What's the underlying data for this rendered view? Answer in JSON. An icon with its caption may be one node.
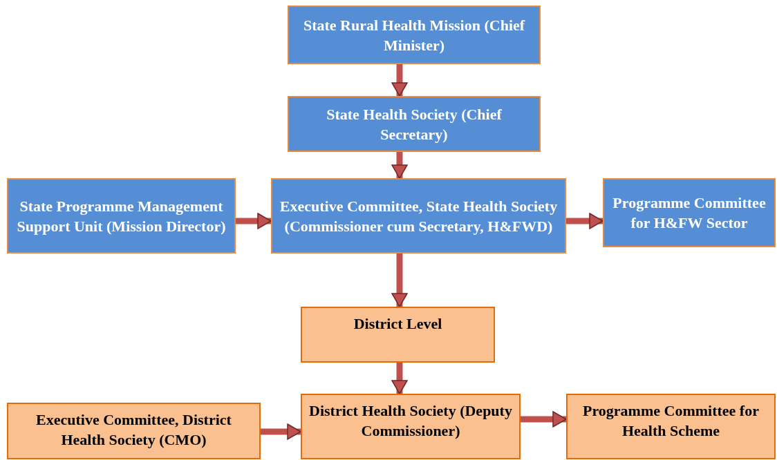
{
  "diagram": {
    "nodes": [
      {
        "text": [
          "State Rural Health Mission (Chief Minister)"
        ]
      },
      {
        "text": [
          "State Health Society (Chief Secretary)"
        ]
      },
      {
        "text": [
          "State Programme Management Support Unit (Mission Director)"
        ]
      },
      {
        "text": [
          "Executive Committee, State Health Society (Commissioner cum Secretary, H&FWD)"
        ]
      },
      {
        "text": [
          "Programme Committee for H&FW Sector"
        ]
      },
      {
        "text": [
          "District Level"
        ]
      },
      {
        "text": [
          "District Health Society (Deputy Commissioner)"
        ]
      },
      {
        "text": [
          "Executive Committee, District Health Society (CMO)"
        ]
      },
      {
        "text": [
          "Programme Committee for Health Scheme"
        ]
      }
    ],
    "edges": [
      {
        "from": 0,
        "to": 1,
        "arrow": "to"
      },
      {
        "from": 1,
        "to": 3,
        "arrow": "to"
      },
      {
        "from": 2,
        "to": 3,
        "arrow": "to"
      },
      {
        "from": 3,
        "to": 4,
        "arrow": "to"
      },
      {
        "from": 3,
        "to": 5,
        "arrow": "to"
      },
      {
        "from": 5,
        "to": 6,
        "arrow": "to"
      },
      {
        "from": 7,
        "to": 6,
        "arrow": "to"
      },
      {
        "from": 6,
        "to": 8,
        "arrow": "to"
      }
    ]
  }
}
